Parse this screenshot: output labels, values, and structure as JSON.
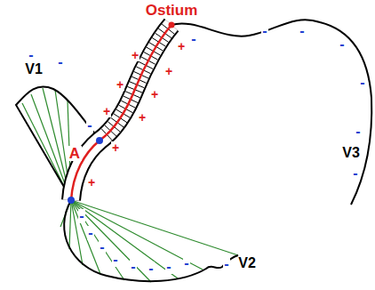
{
  "diagram": {
    "labels": [
      "Ostium",
      "V1",
      "A",
      "V2",
      "V3",
      "+",
      "+",
      "+",
      "+",
      "+",
      "+",
      "+",
      "+",
      "+",
      "-",
      "-",
      "-",
      "-",
      "-",
      "-",
      "-",
      "-",
      "-",
      "-",
      "-",
      "-",
      "-",
      "-",
      "-",
      "-",
      "-",
      "-",
      "-"
    ]
  }
}
